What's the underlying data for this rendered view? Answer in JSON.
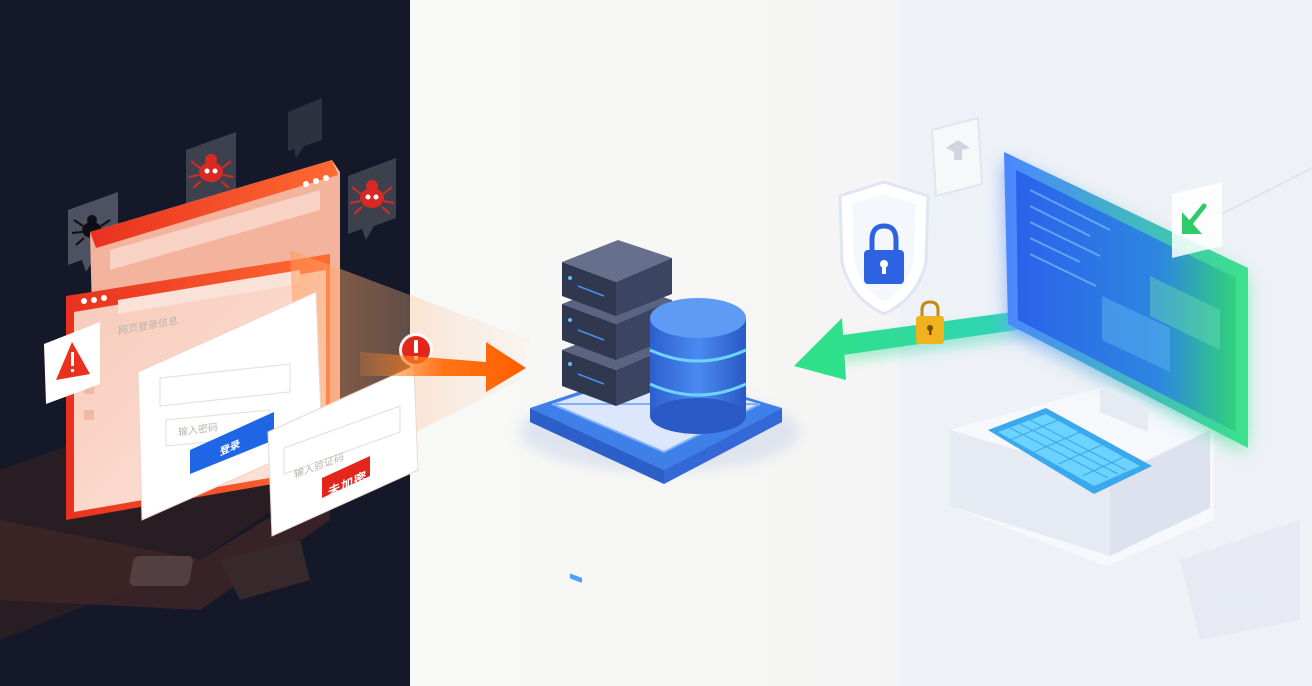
{
  "left_panel": {
    "browser_address_text": "网页登录信息",
    "login_input_text": "输入密码",
    "login_button_label": "登录",
    "alert_input_text": "输入验证码",
    "alert_button_label": "未加密"
  },
  "colors": {
    "dark_background": "#141828",
    "threat_red": "#ee3b2b",
    "arrow_orange": "#ff6a00",
    "server_blue": "#3e7ee8",
    "secure_green": "#34e08a",
    "screen_blue": "#2c6cf0"
  },
  "icons": [
    "bug-icon",
    "warning-icon",
    "alert-icon",
    "server-icon",
    "database-icon",
    "shield-icon",
    "lock-icon",
    "monitor-icon",
    "keyboard-icon",
    "download-icon"
  ]
}
